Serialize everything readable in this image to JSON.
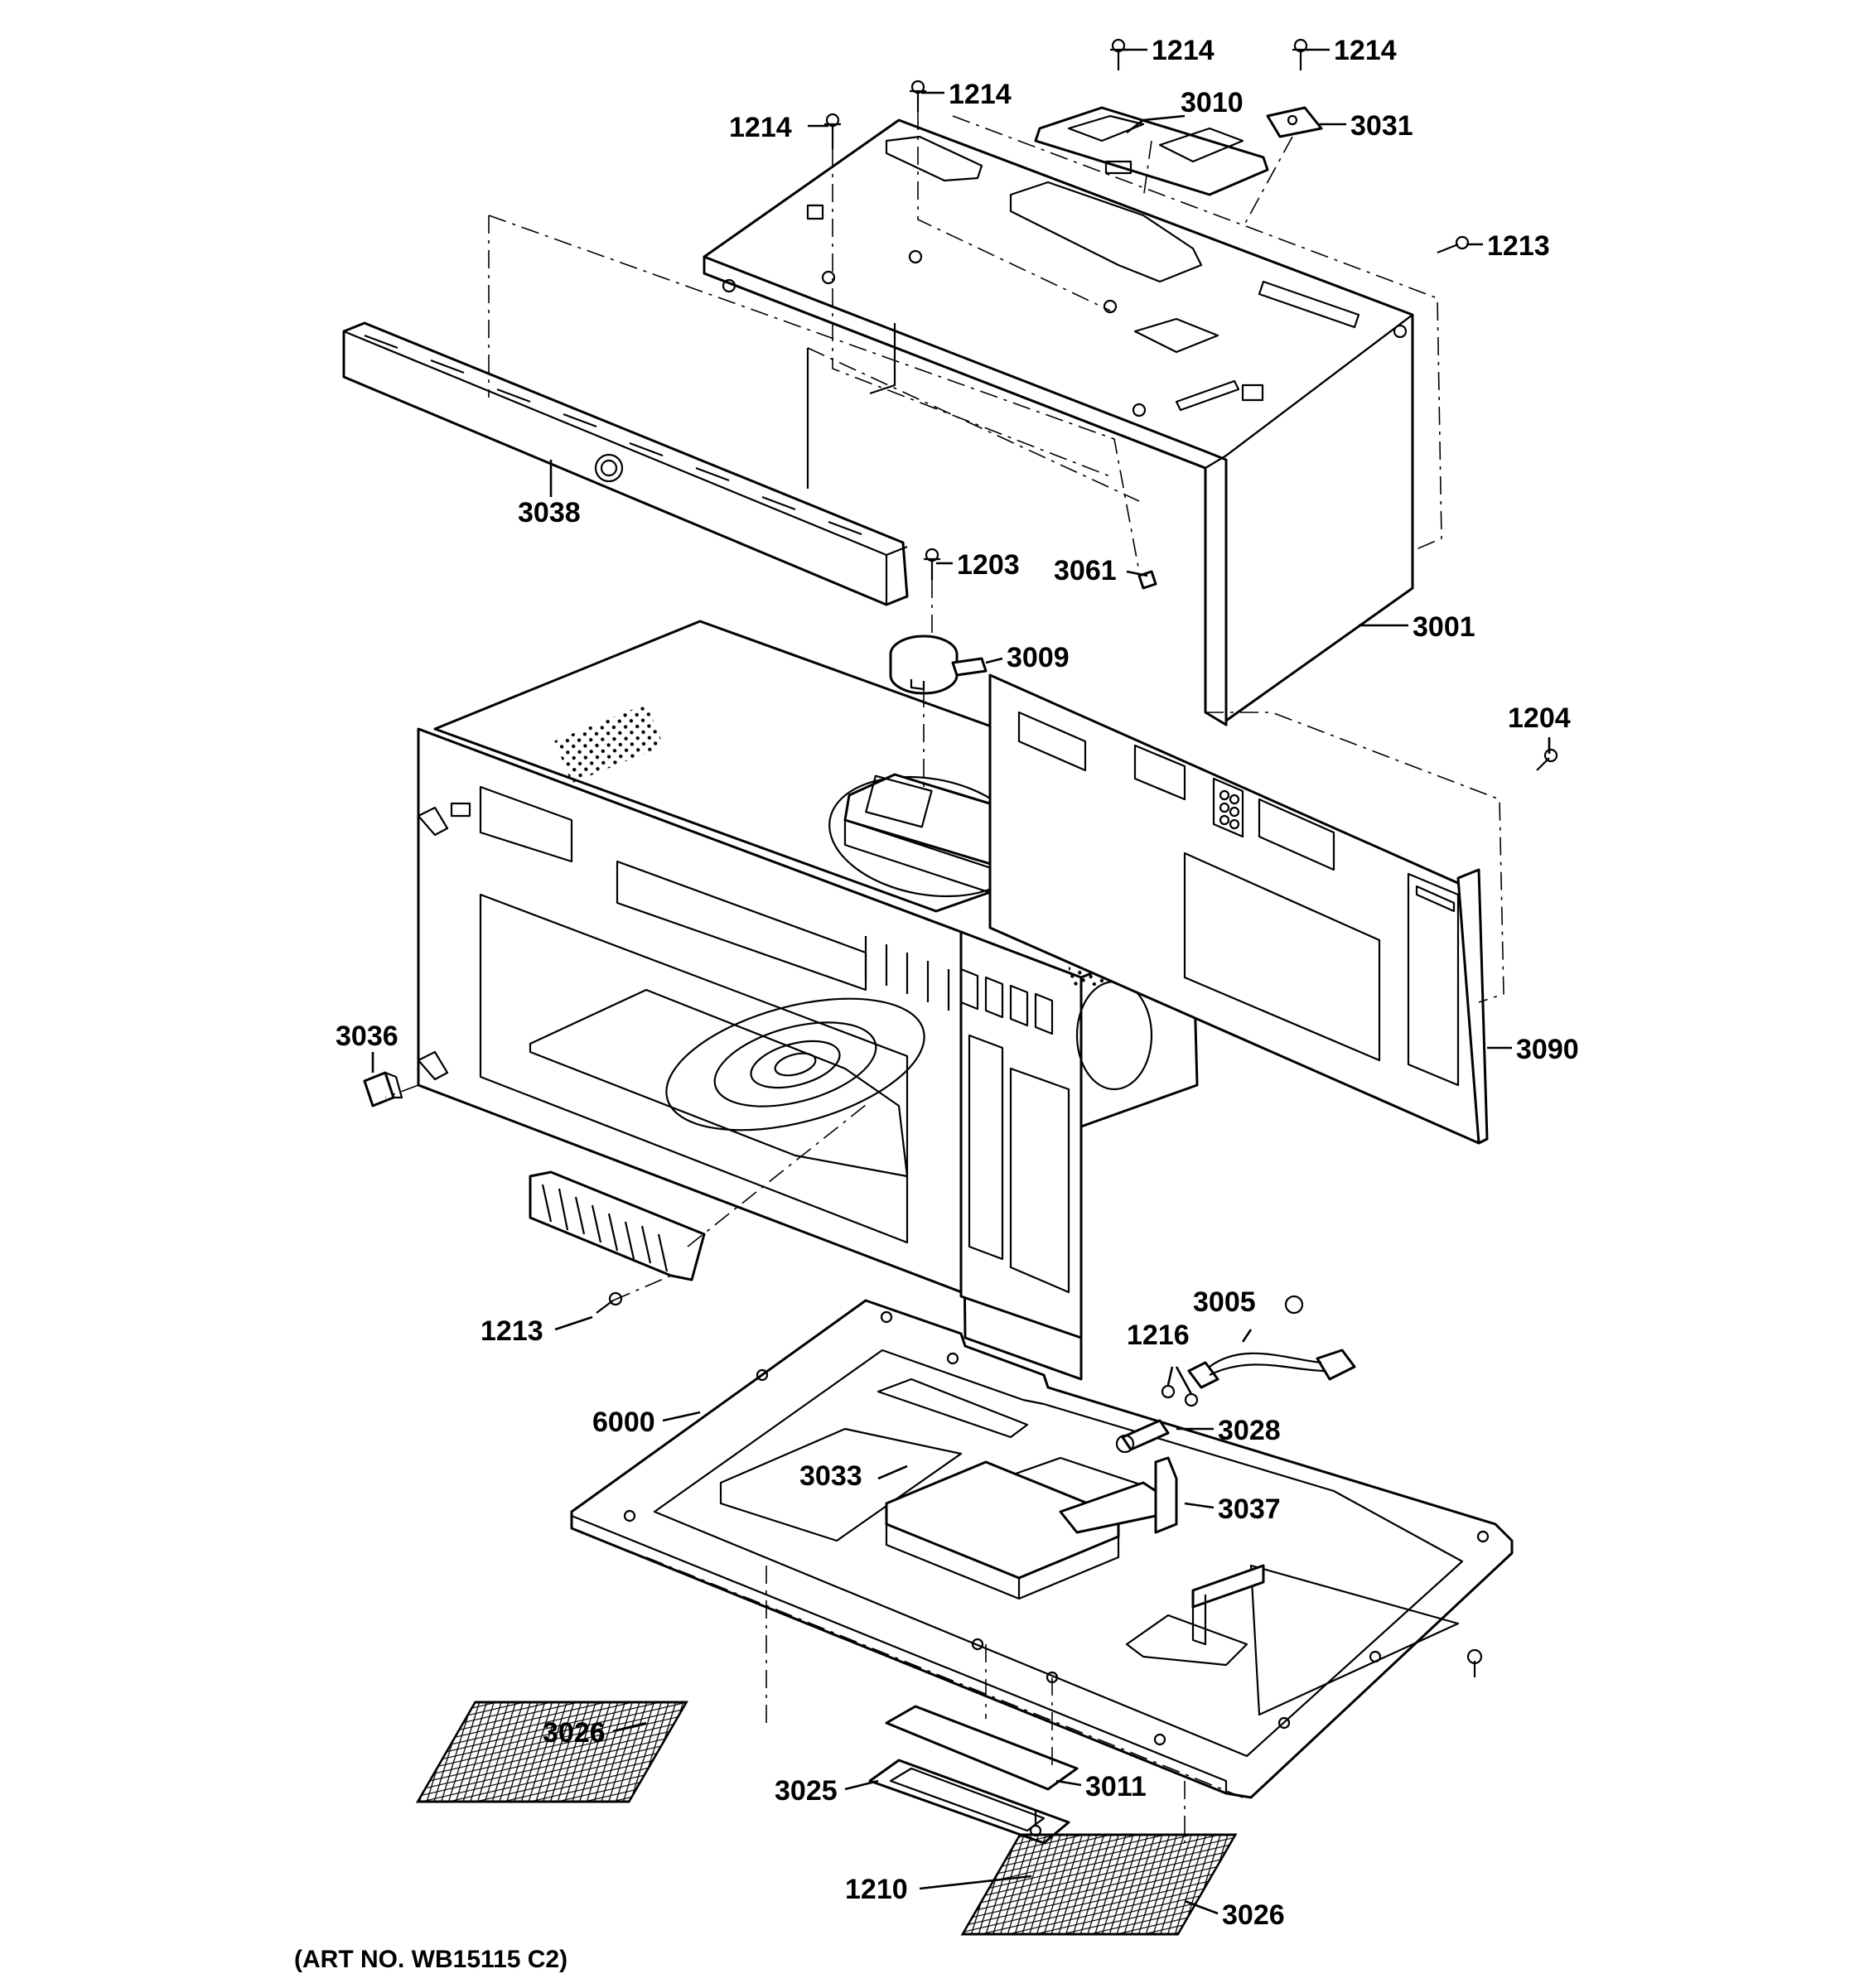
{
  "callouts": {
    "c1214a": "1214",
    "c1214b": "1214",
    "c1214c": "1214",
    "c1214d": "1214",
    "c3010": "3010",
    "c3031": "3031",
    "c1213a": "1213",
    "c3038": "3038",
    "c1203": "1203",
    "c3061": "3061",
    "c3001": "3001",
    "c3009": "3009",
    "c1204": "1204",
    "c3090": "3090",
    "c3036": "3036",
    "c1213b": "1213",
    "c3005": "3005",
    "c1216": "1216",
    "c6000": "6000",
    "c3028": "3028",
    "c3033": "3033",
    "c3037": "3037",
    "c3026a": "3026",
    "c3025": "3025",
    "c3011": "3011",
    "c1210": "1210",
    "c3026b": "3026"
  },
  "art_number": "(ART NO. WB15115 C2)"
}
